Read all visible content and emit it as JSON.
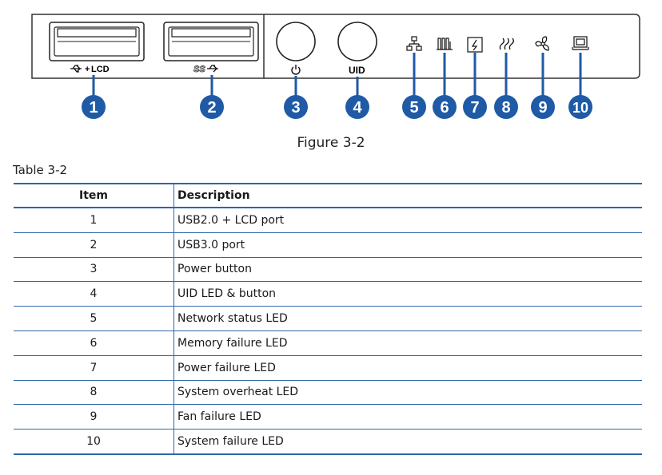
{
  "figure": {
    "port_labels": {
      "usb_lcd": "LCD",
      "uid": "UID"
    },
    "callouts": [
      "1",
      "2",
      "3",
      "4",
      "5",
      "6",
      "7",
      "8",
      "9",
      "10"
    ],
    "callout_color": "#1f5aa6",
    "caption": "Figure 3-2"
  },
  "table": {
    "title": "Table 3-2",
    "headers": {
      "item": "Item",
      "description": "Description"
    },
    "rows": [
      {
        "item": "1",
        "description": "USB2.0 + LCD port"
      },
      {
        "item": "2",
        "description": "USB3.0 port"
      },
      {
        "item": "3",
        "description": "Power button"
      },
      {
        "item": "4",
        "description": "UID LED & button"
      },
      {
        "item": "5",
        "description": "Network status LED"
      },
      {
        "item": "6",
        "description": "Memory failure LED"
      },
      {
        "item": "7",
        "description": "Power failure LED"
      },
      {
        "item": "8",
        "description": "System overheat LED"
      },
      {
        "item": "9",
        "description": "Fan failure LED"
      },
      {
        "item": "10",
        "description": "System failure LED"
      }
    ],
    "border_color": "#2e66a8"
  }
}
